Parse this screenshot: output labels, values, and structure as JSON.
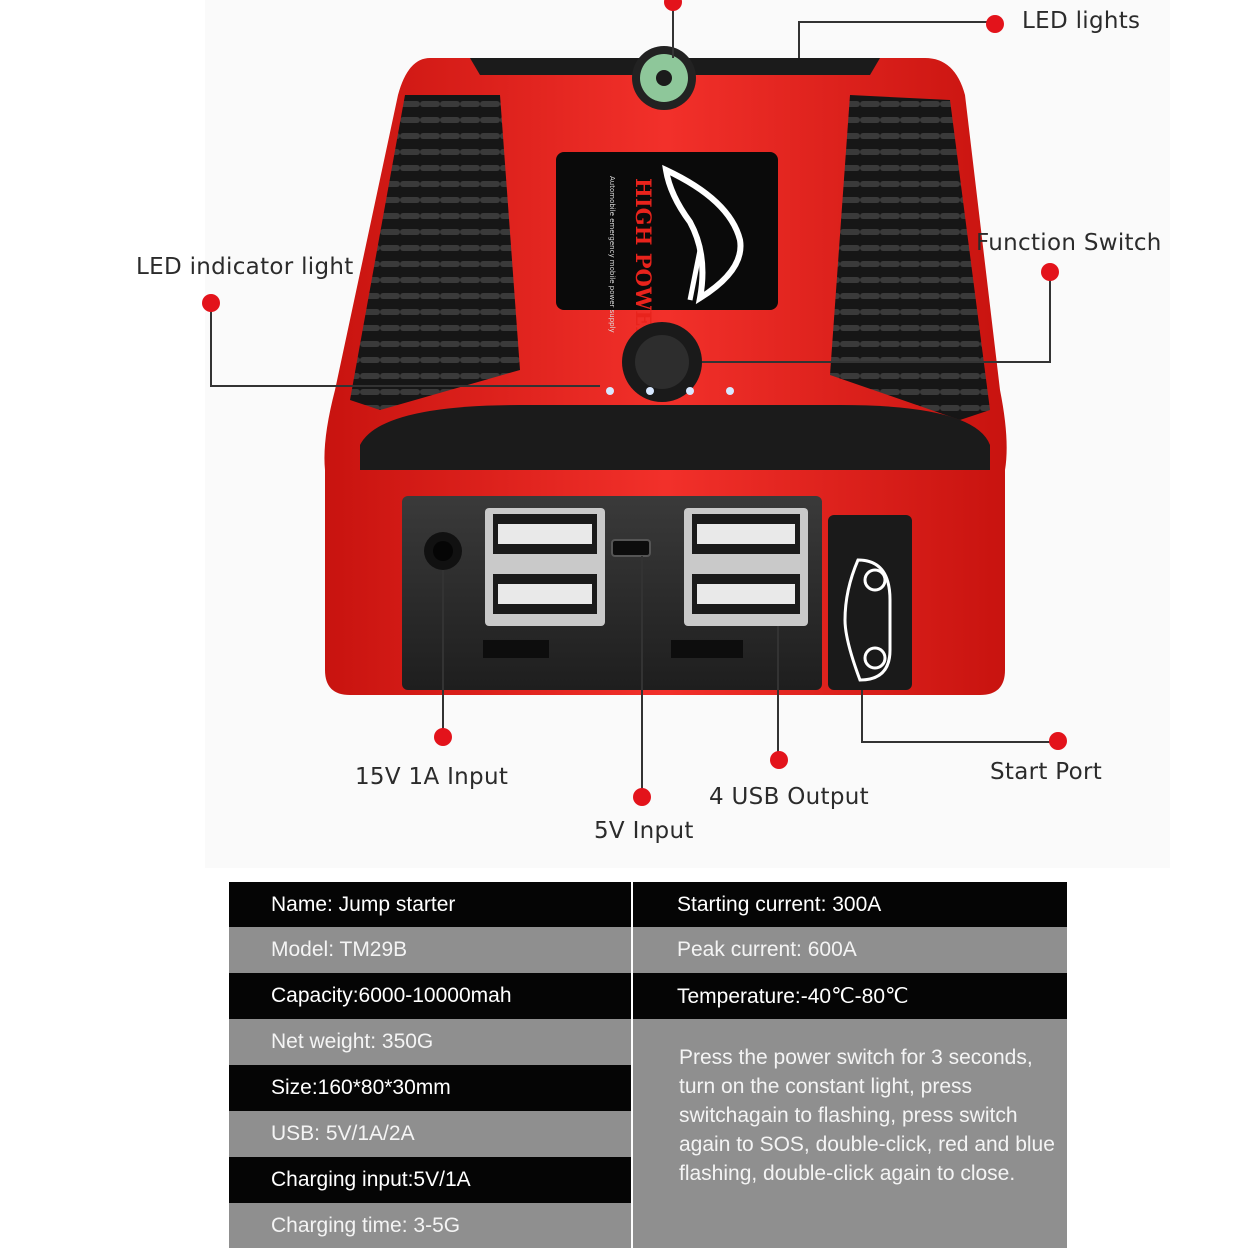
{
  "callouts": {
    "led_lights": "LED lights",
    "led_indicator": "LED indicator light",
    "function_switch": "Function Switch",
    "input_15v": "15V 1A Input",
    "input_5v": "5V Input",
    "usb_output": "4 USB Output",
    "start_port": "Start Port"
  },
  "device": {
    "screen_brand": "HIGH POWER",
    "screen_subtitle": "Automobile emergency mobile power supply",
    "colors": {
      "body": "#e8231c",
      "rubber": "#1b1b1b",
      "port_panel": "#2a2a2a"
    }
  },
  "specs": {
    "left": [
      "Name: Jump starter",
      "Model:  TM29B",
      "Capacity:6000-10000mah",
      "Net weight: 350G",
      "Size:160*80*30mm",
      "USB: 5V/1A/2A",
      "Charging input:5V/1A",
      "Charging time: 3-5G"
    ],
    "right": [
      "Starting current: 300A",
      "Peak current: 600A",
      "Temperature:-40℃-80℃"
    ],
    "note": "Press the power switch for 3 seconds, turn on the constant light, press switchagain to flashing, press switch again to SOS, double-click, red and blue flashing, double-click again to close."
  },
  "colors": {
    "callout_dot": "#e3131b",
    "row_dark": "#050505",
    "row_light": "#8f8f8f"
  }
}
